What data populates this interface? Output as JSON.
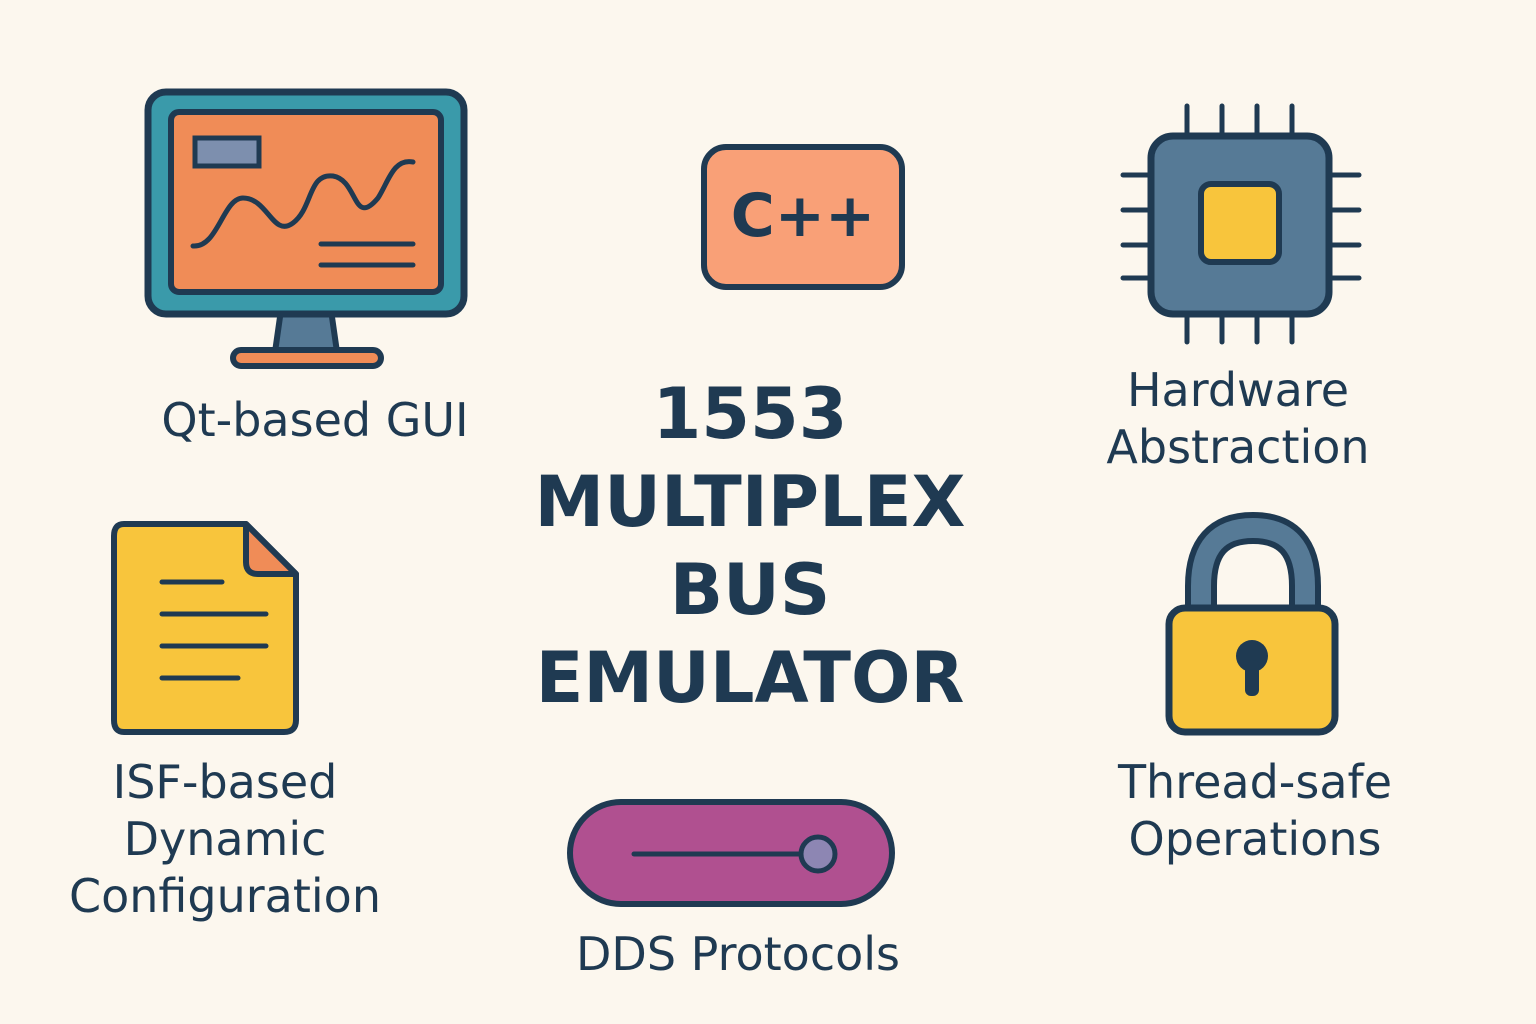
{
  "title": {
    "lines": [
      "1553",
      "MULTIPLEX",
      "BUS",
      "EMULATOR"
    ]
  },
  "features": {
    "gui": {
      "icon": "monitor-chart-icon",
      "lines": [
        "Qt-based GUI"
      ]
    },
    "cpp": {
      "icon": "cpp-badge-icon",
      "badge_text": "C++"
    },
    "hardware": {
      "icon": "chip-icon",
      "lines": [
        "Hardware",
        "Abstraction"
      ]
    },
    "config": {
      "icon": "document-icon",
      "lines": [
        "ISF-based",
        "Dynamic",
        "Configuration"
      ]
    },
    "dds": {
      "icon": "bus-connector-icon",
      "lines": [
        "DDS Protocols"
      ]
    },
    "thread": {
      "icon": "padlock-icon",
      "lines": [
        "Thread-safe",
        "Operations"
      ]
    }
  },
  "colors": {
    "background": "#fcf7ee",
    "outline": "#1f3a52",
    "teal": "#3a9aaa",
    "orange": "#f08c57",
    "salmon": "#f9a077",
    "slate": "#567a96",
    "yellow": "#f8c53c",
    "magenta": "#b05090",
    "lavender": "#8d86b3"
  }
}
